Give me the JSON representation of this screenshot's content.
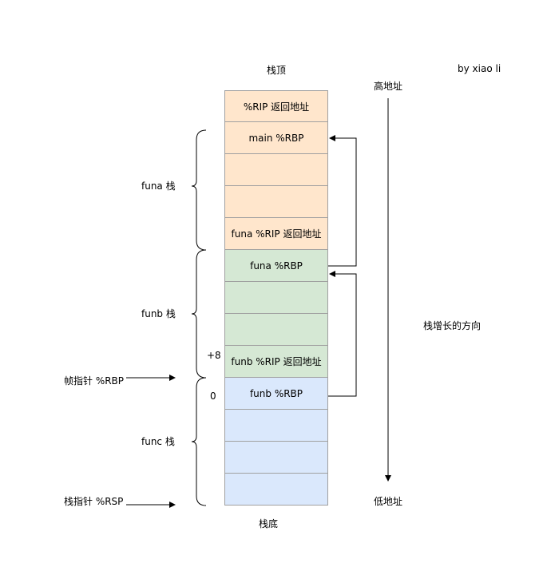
{
  "author": "by xiao li",
  "stack_top_label": "栈顶",
  "stack_bottom_label": "栈底",
  "high_address": "高地址",
  "low_address": "低地址",
  "growth_direction": "栈增长的方向",
  "frames": {
    "funa": "funa 栈",
    "funb": "funb 栈",
    "func": "func 栈"
  },
  "pointers": {
    "rbp": "帧指针 %RBP",
    "rsp": "栈指针 %RSP"
  },
  "offsets": {
    "plus8": "+8",
    "zero": "0"
  },
  "cells": [
    {
      "text": "%RIP 返回地址",
      "color": "orange"
    },
    {
      "text": "main %RBP",
      "color": "orange"
    },
    {
      "text": "",
      "color": "orange"
    },
    {
      "text": "",
      "color": "orange"
    },
    {
      "text": "funa %RIP 返回地址",
      "color": "orange"
    },
    {
      "text": "funa %RBP",
      "color": "green"
    },
    {
      "text": "",
      "color": "green"
    },
    {
      "text": "",
      "color": "green"
    },
    {
      "text": "funb %RIP 返回地址",
      "color": "green"
    },
    {
      "text": "funb %RBP",
      "color": "blue"
    },
    {
      "text": "",
      "color": "blue"
    },
    {
      "text": "",
      "color": "blue"
    },
    {
      "text": "",
      "color": "blue"
    }
  ],
  "colors": {
    "orange": "#ffe6cc",
    "green": "#d5e8d4",
    "blue": "#dae8fc",
    "border": "#a0a0a0"
  }
}
